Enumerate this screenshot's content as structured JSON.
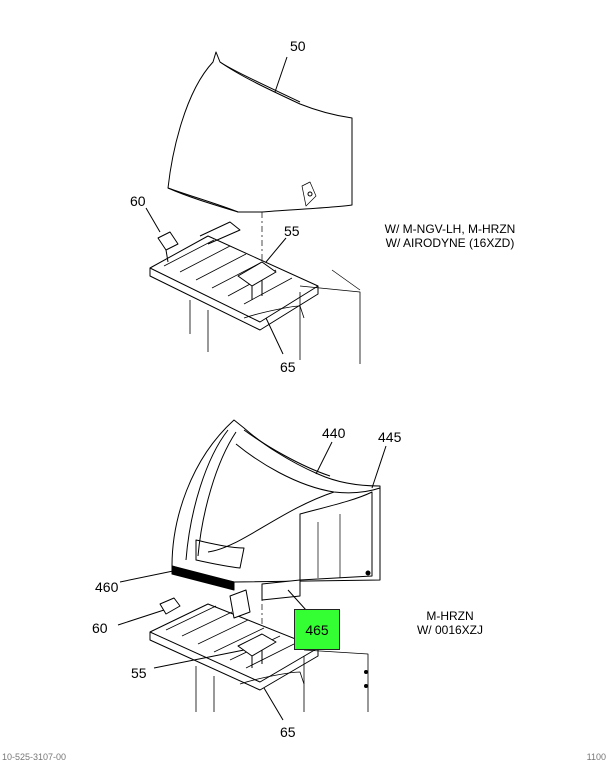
{
  "diagram": {
    "upper_callouts": {
      "hood": "50",
      "latch": "60",
      "bracket": "55",
      "base": "65"
    },
    "upper_note": {
      "line1": "W/ M-NGV-LH, M-HRZN",
      "line2": "W/ AIRODYNE (16XZD)"
    },
    "lower_callouts": {
      "fairing": "440",
      "side_extender": "445",
      "seal": "460",
      "highlighted_part": "465",
      "latch": "60",
      "bracket": "55",
      "base": "65"
    },
    "lower_note": {
      "line1": "M-HRZN",
      "line2": "W/ 0016XZJ"
    },
    "highlight_color": "#33ff33",
    "footer_left": "10-525-3107-00",
    "footer_right": "1100"
  }
}
